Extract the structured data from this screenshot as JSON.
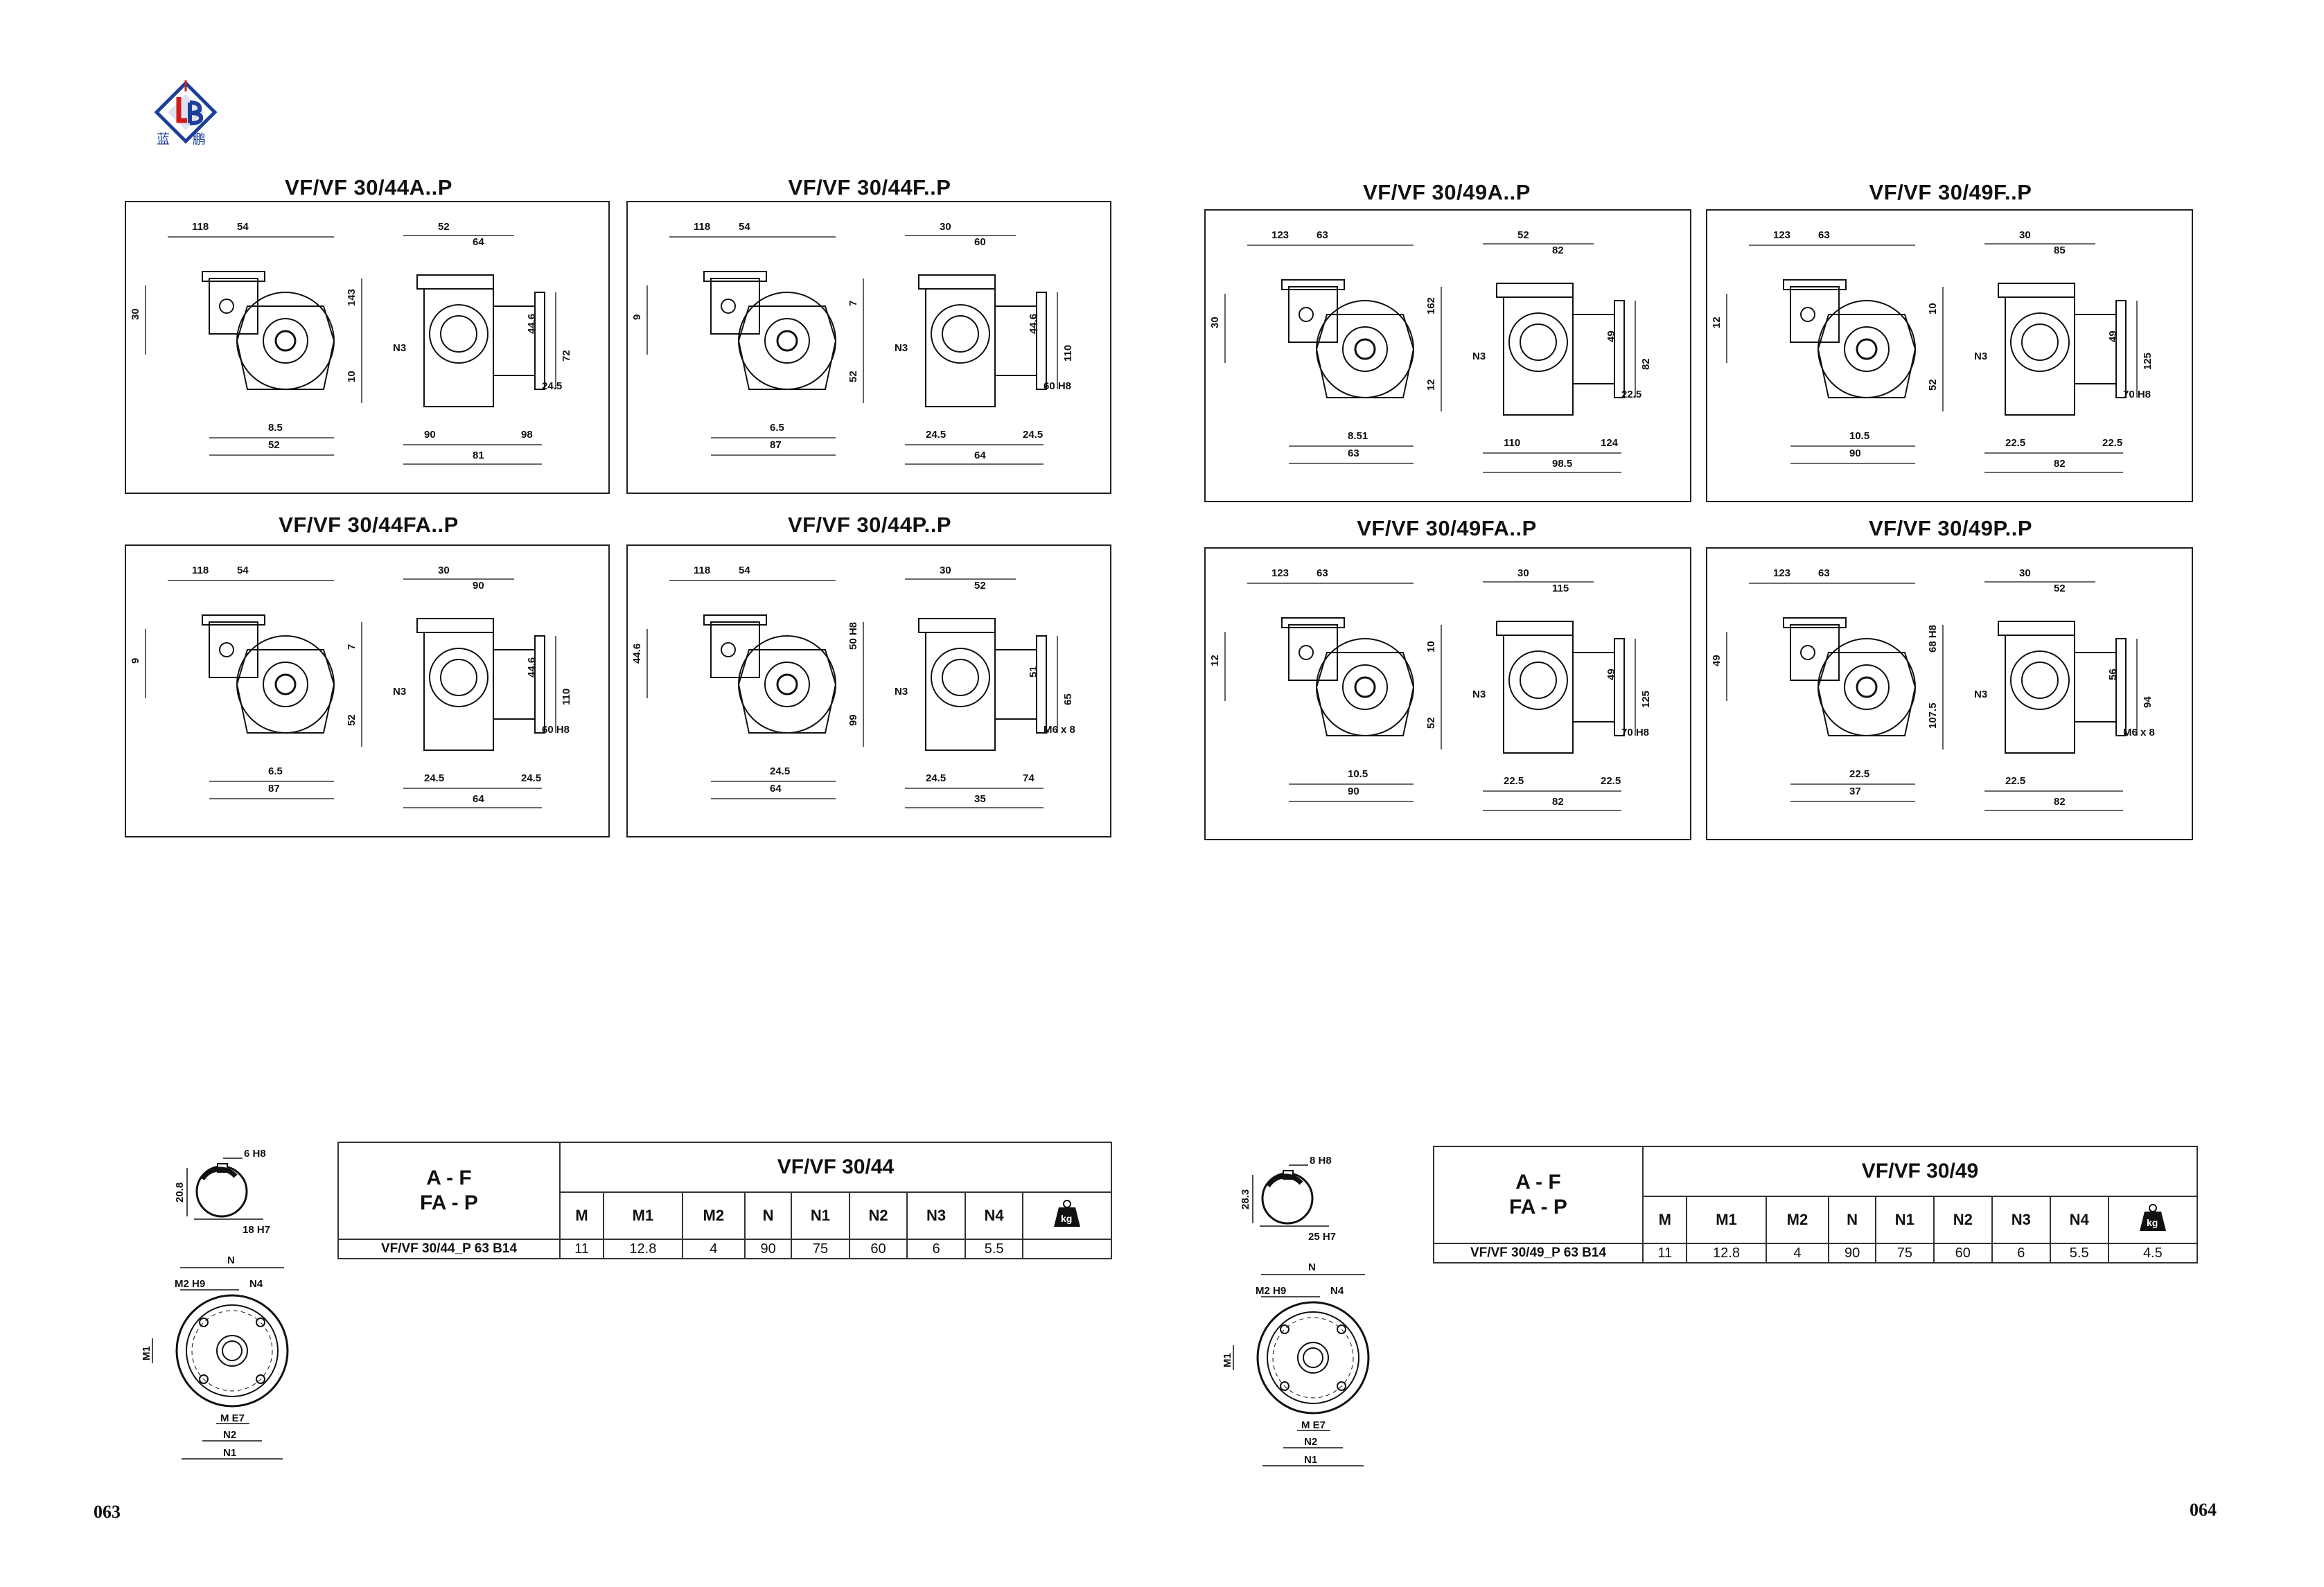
{
  "logo": {
    "letters": "L B",
    "cn_left": "蓝",
    "cn_right": "鹏",
    "blue": "#1d3f9a",
    "red": "#d11a1a"
  },
  "page_numbers": {
    "left": "063",
    "right": "064"
  },
  "panels": [
    {
      "title": "VF/VF 30/44A..P",
      "dims": [
        "118",
        "54",
        "52",
        "64",
        "30",
        "143",
        "10",
        "44.6",
        "24.5",
        "72",
        "8.5",
        "52",
        "90",
        "81",
        "98"
      ],
      "n3": "N3"
    },
    {
      "title": "VF/VF 30/44F..P",
      "dims": [
        "118",
        "54",
        "30",
        "60",
        "9",
        "7",
        "52",
        "44.6",
        "60 H8",
        "110",
        "6.5",
        "87",
        "24.5",
        "64",
        "24.5"
      ],
      "n3": "N3"
    },
    {
      "title": "VF/VF 30/49A..P",
      "dims": [
        "123",
        "63",
        "52",
        "82",
        "30",
        "162",
        "12",
        "49",
        "22.5",
        "82",
        "8.51",
        "63",
        "110",
        "98.5",
        "124"
      ],
      "n3": "N3"
    },
    {
      "title": "VF/VF 30/49F..P",
      "dims": [
        "123",
        "63",
        "30",
        "85",
        "12",
        "10",
        "52",
        "49",
        "70 H8",
        "125",
        "10.5",
        "90",
        "22.5",
        "82",
        "22.5"
      ],
      "n3": "N3"
    },
    {
      "title": "VF/VF 30/44FA..P",
      "dims": [
        "118",
        "54",
        "30",
        "90",
        "9",
        "7",
        "52",
        "44.6",
        "60 H8",
        "110",
        "6.5",
        "87",
        "24.5",
        "64",
        "24.5"
      ],
      "n3": "N3"
    },
    {
      "title": "VF/VF 30/44P..P",
      "dims": [
        "118",
        "54",
        "30",
        "52",
        "44.6",
        "50 H8",
        "99",
        "51",
        "M6 x 8",
        "65",
        "24.5",
        "64",
        "24.5",
        "35",
        "74"
      ],
      "n3": "N3"
    },
    {
      "title": "VF/VF 30/49FA..P",
      "dims": [
        "123",
        "63",
        "30",
        "115",
        "12",
        "10",
        "52",
        "49",
        "70 H8",
        "125",
        "10.5",
        "90",
        "22.5",
        "82",
        "22.5"
      ],
      "n3": "N3"
    },
    {
      "title": "VF/VF 30/49P..P",
      "dims": [
        "123",
        "63",
        "30",
        "52",
        "49",
        "68 H8",
        "107.5",
        "56",
        "M6 x 8",
        "94",
        "22.5",
        "37",
        "22.5",
        "82"
      ],
      "n3": "N3"
    }
  ],
  "shaft_left": {
    "key": "6 H8",
    "height": "20.8",
    "bore": "18 H7"
  },
  "shaft_right": {
    "key": "8 H8",
    "height": "28.3",
    "bore": "25 H7"
  },
  "flange_labels": {
    "N": "N",
    "M2": "M2 H9",
    "N4": "N4",
    "M1": "M1",
    "M": "M E7",
    "N2": "N2",
    "N1": "N1"
  },
  "tables": [
    {
      "group_top": "A - F",
      "group_bottom": "FA - P",
      "title": "VF/VF 30/44",
      "columns": [
        "M",
        "M1",
        "M2",
        "N",
        "N1",
        "N2",
        "N3",
        "N4"
      ],
      "has_weight": true,
      "weight_label": "kg",
      "row": {
        "label": "VF/VF 30/44_P 63 B14",
        "values": [
          "11",
          "12.8",
          "4",
          "90",
          "75",
          "60",
          "6",
          "5.5",
          ""
        ]
      }
    },
    {
      "group_top": "A - F",
      "group_bottom": "FA - P",
      "title": "VF/VF 30/49",
      "columns": [
        "M",
        "M1",
        "M2",
        "N",
        "N1",
        "N2",
        "N3",
        "N4"
      ],
      "has_weight": true,
      "weight_label": "kg",
      "row": {
        "label": "VF/VF 30/49_P 63 B14",
        "values": [
          "11",
          "12.8",
          "4",
          "90",
          "75",
          "60",
          "6",
          "5.5",
          "4.5"
        ]
      }
    }
  ]
}
